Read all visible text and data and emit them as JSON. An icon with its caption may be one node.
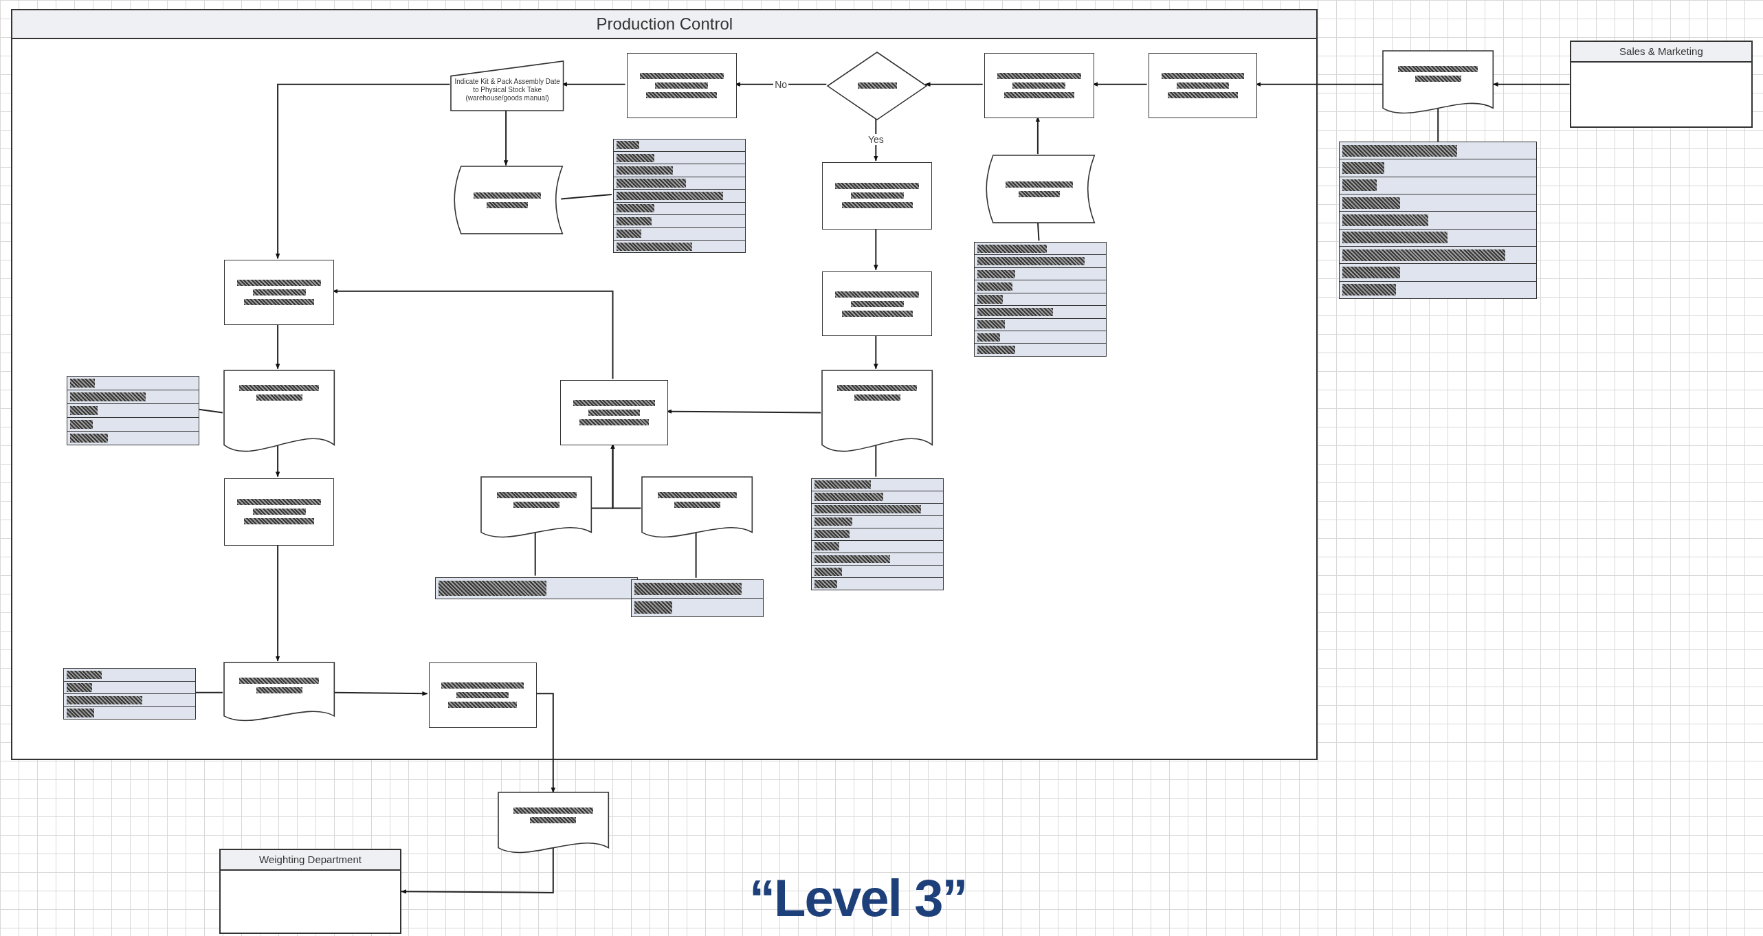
{
  "diagram": {
    "title": "“Level 3”",
    "nodes": [
      {
        "text": [
          "Production Control"
        ]
      },
      {
        "text": [
          "Sales & Marketing"
        ]
      },
      {
        "text": [
          "Weighting Department"
        ]
      },
      {
        "text": [
          "Indicate Kit & Pack Assembly Date to Physical Stock Take (warehouse/goods manual)"
        ],
        "in": 0
      },
      {
        "text": [],
        "shape": "box",
        "in": 0
      },
      {
        "text": [],
        "shape": "diamond",
        "in": 0
      },
      {
        "text": [],
        "shape": "box",
        "in": 0
      },
      {
        "text": [],
        "shape": "box",
        "in": 0
      },
      {
        "text": [],
        "shape": "document"
      },
      {
        "text": [],
        "shape": "table"
      },
      {
        "text": [],
        "shape": "tape",
        "in": 0
      },
      {
        "text": [],
        "shape": "table",
        "in": 0
      },
      {
        "text": [],
        "shape": "box",
        "in": 0
      },
      {
        "text": [],
        "shape": "tape",
        "in": 0
      },
      {
        "text": [],
        "shape": "table",
        "in": 0
      },
      {
        "text": [],
        "shape": "box",
        "in": 0
      },
      {
        "text": [],
        "shape": "box",
        "in": 0
      },
      {
        "text": [],
        "shape": "document",
        "in": 0
      },
      {
        "text": [],
        "shape": "table",
        "in": 0
      },
      {
        "text": [],
        "shape": "box",
        "in": 0
      },
      {
        "text": [],
        "shape": "document",
        "in": 0
      },
      {
        "text": [],
        "shape": "document",
        "in": 0
      },
      {
        "text": [],
        "shape": "document",
        "in": 0
      },
      {
        "text": [],
        "shape": "table",
        "in": 0
      },
      {
        "text": [],
        "shape": "table",
        "in": 0
      },
      {
        "text": [],
        "shape": "table",
        "in": 0
      },
      {
        "text": [],
        "shape": "box",
        "in": 0
      },
      {
        "text": [],
        "shape": "table",
        "in": 0
      },
      {
        "text": [],
        "shape": "document",
        "in": 0
      },
      {
        "text": [],
        "shape": "box",
        "in": 0
      },
      {
        "text": [],
        "shape": "document"
      }
    ],
    "edges": [
      {
        "from": 1,
        "to": 8,
        "arrow": "to"
      },
      {
        "from": 8,
        "to": 7,
        "arrow": "to"
      },
      {
        "from": 9,
        "to": 8,
        "arrow": "none"
      },
      {
        "from": 7,
        "to": 6,
        "arrow": "to"
      },
      {
        "from": 13,
        "to": 6,
        "arrow": "to"
      },
      {
        "from": 14,
        "to": 13,
        "arrow": "none"
      },
      {
        "from": 6,
        "to": 5,
        "arrow": "to"
      },
      {
        "from": 5,
        "to": 4,
        "arrow": "to",
        "label": "No"
      },
      {
        "from": 5,
        "to": 12,
        "arrow": "to",
        "label": "Yes"
      },
      {
        "from": 4,
        "to": 3,
        "arrow": "to"
      },
      {
        "from": 3,
        "to": 10,
        "arrow": "to"
      },
      {
        "from": 10,
        "to": 11,
        "arrow": "none"
      },
      {
        "from": 3,
        "to": 15,
        "arrow": "to"
      },
      {
        "from": 12,
        "to": 16,
        "arrow": "to"
      },
      {
        "from": 16,
        "to": 20,
        "arrow": "to"
      },
      {
        "from": 23,
        "to": 20,
        "arrow": "none"
      },
      {
        "from": 20,
        "to": 19,
        "arrow": "to"
      },
      {
        "from": 21,
        "to": 19,
        "arrow": "to"
      },
      {
        "from": 22,
        "to": 19,
        "arrow": "to"
      },
      {
        "from": 24,
        "to": 21,
        "arrow": "none"
      },
      {
        "from": 25,
        "to": 22,
        "arrow": "none"
      },
      {
        "from": 19,
        "to": 15,
        "arrow": "to"
      },
      {
        "from": 15,
        "to": 17,
        "arrow": "to"
      },
      {
        "from": 18,
        "to": 17,
        "arrow": "none"
      },
      {
        "from": 17,
        "to": 26,
        "arrow": "to"
      },
      {
        "from": 26,
        "to": 28,
        "arrow": "to"
      },
      {
        "from": 27,
        "to": 28,
        "arrow": "none"
      },
      {
        "from": 28,
        "to": 29,
        "arrow": "to"
      },
      {
        "from": 29,
        "to": 30,
        "arrow": "to"
      },
      {
        "from": 30,
        "to": 2,
        "arrow": "to"
      }
    ]
  }
}
